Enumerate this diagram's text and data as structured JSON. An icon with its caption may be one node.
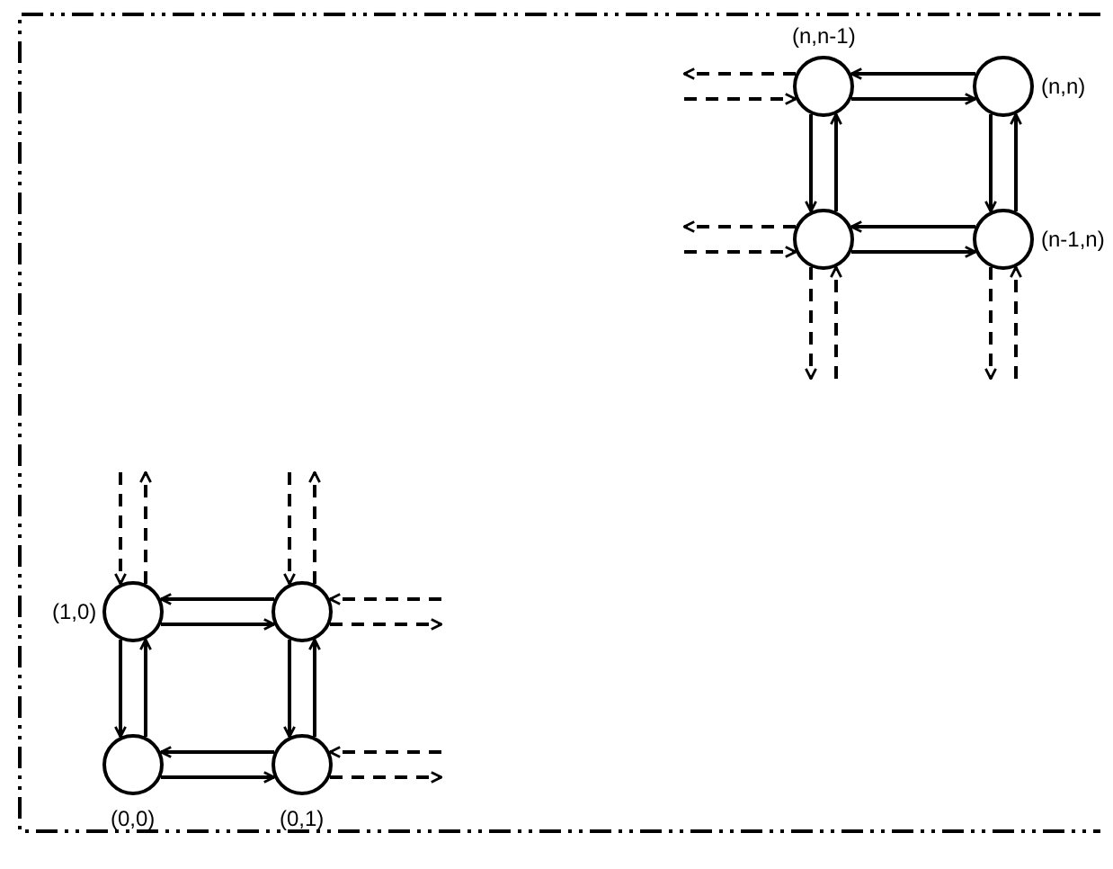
{
  "diagram": {
    "nodes": [
      {
        "text": [],
        "shape": "circle",
        "beside": [
          "(n,n-1)"
        ]
      },
      {
        "text": [],
        "shape": "circle",
        "beside": [
          "(n,n)"
        ]
      },
      {
        "text": [],
        "shape": "circle"
      },
      {
        "text": [],
        "shape": "circle",
        "beside": [
          "(n-1,n)"
        ]
      },
      {
        "text": [],
        "shape": "circle",
        "beside": [
          "(1,0)"
        ]
      },
      {
        "text": [],
        "shape": "circle"
      },
      {
        "text": [],
        "shape": "circle",
        "beside": [
          "(0,0)"
        ]
      },
      {
        "text": [],
        "shape": "circle",
        "beside": [
          "(0,1)"
        ]
      }
    ],
    "edges": [
      {
        "from": 1,
        "to": 0,
        "arrow": "to"
      },
      {
        "from": 0,
        "to": 1,
        "arrow": "to"
      },
      {
        "from": 0,
        "to": 2,
        "arrow": "to"
      },
      {
        "from": 2,
        "to": 0,
        "arrow": "to"
      },
      {
        "from": 1,
        "to": 3,
        "arrow": "to"
      },
      {
        "from": 3,
        "to": 1,
        "arrow": "to"
      },
      {
        "from": 3,
        "to": 2,
        "arrow": "to"
      },
      {
        "from": 2,
        "to": 3,
        "arrow": "to"
      },
      {
        "from": 0,
        "to": null,
        "arrow": "to",
        "style": "dashed"
      },
      {
        "from": null,
        "to": 0,
        "arrow": "to",
        "style": "dashed"
      },
      {
        "from": 2,
        "to": null,
        "arrow": "to",
        "style": "dashed"
      },
      {
        "from": null,
        "to": 2,
        "arrow": "to",
        "style": "dashed"
      },
      {
        "from": 2,
        "to": null,
        "arrow": "to",
        "style": "dashed"
      },
      {
        "from": null,
        "to": 2,
        "arrow": "to",
        "style": "dashed"
      },
      {
        "from": 3,
        "to": null,
        "arrow": "to",
        "style": "dashed"
      },
      {
        "from": null,
        "to": 3,
        "arrow": "to",
        "style": "dashed"
      },
      {
        "from": 5,
        "to": 4,
        "arrow": "to"
      },
      {
        "from": 4,
        "to": 5,
        "arrow": "to"
      },
      {
        "from": 4,
        "to": 6,
        "arrow": "to"
      },
      {
        "from": 6,
        "to": 4,
        "arrow": "to"
      },
      {
        "from": 5,
        "to": 7,
        "arrow": "to"
      },
      {
        "from": 7,
        "to": 5,
        "arrow": "to"
      },
      {
        "from": 7,
        "to": 6,
        "arrow": "to"
      },
      {
        "from": 6,
        "to": 7,
        "arrow": "to"
      },
      {
        "from": null,
        "to": 4,
        "arrow": "to",
        "style": "dashed"
      },
      {
        "from": 4,
        "to": null,
        "arrow": "to",
        "style": "dashed"
      },
      {
        "from": null,
        "to": 5,
        "arrow": "to",
        "style": "dashed"
      },
      {
        "from": 5,
        "to": null,
        "arrow": "to",
        "style": "dashed"
      },
      {
        "from": null,
        "to": 5,
        "arrow": "to",
        "style": "dashed"
      },
      {
        "from": 5,
        "to": null,
        "arrow": "to",
        "style": "dashed"
      },
      {
        "from": null,
        "to": 7,
        "arrow": "to",
        "style": "dashed"
      },
      {
        "from": 7,
        "to": null,
        "arrow": "to",
        "style": "dashed"
      }
    ]
  }
}
